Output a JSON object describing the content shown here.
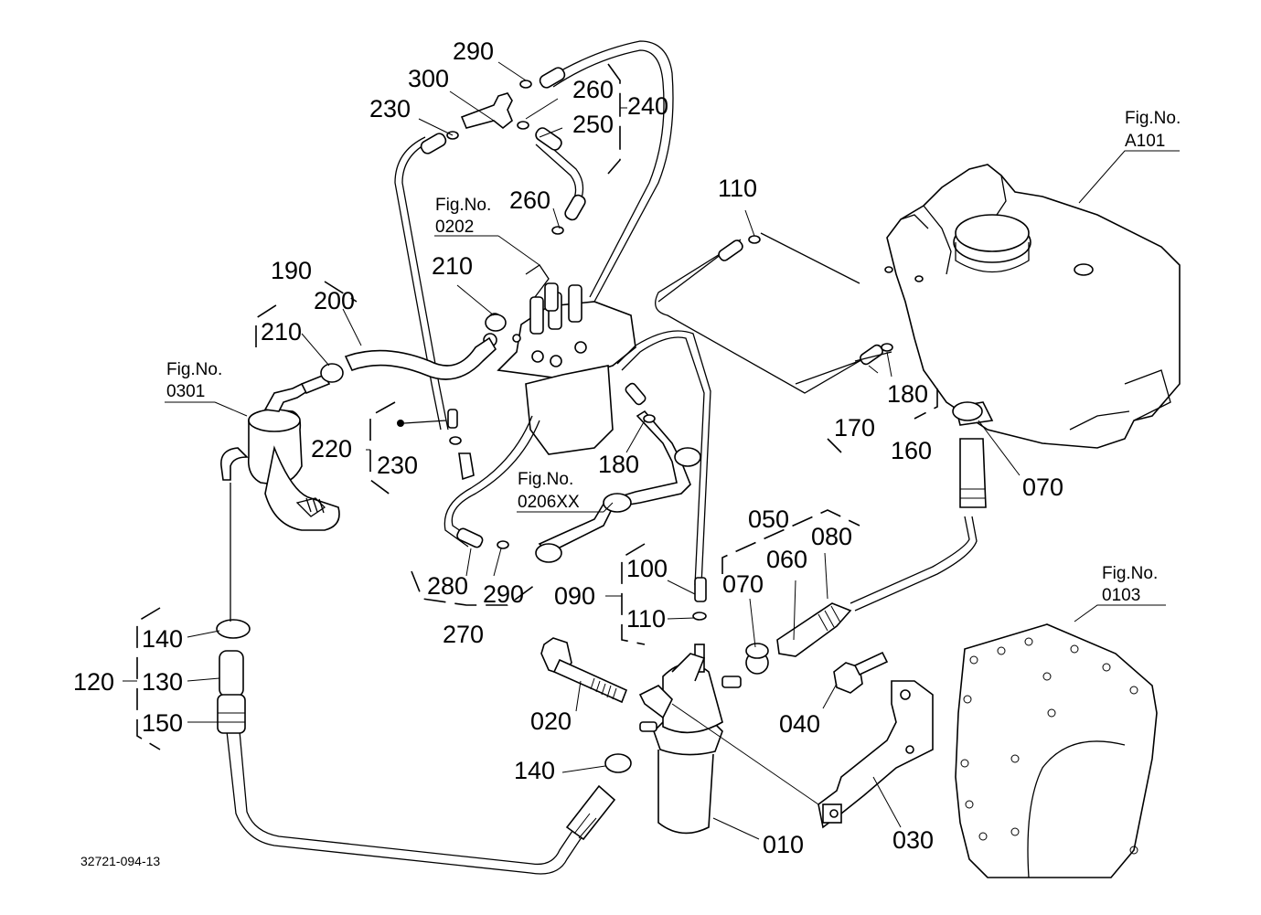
{
  "diagram": {
    "document_code": "32721-094-13",
    "figure_refs": [
      {
        "id": "fig-a101",
        "line1": "Fig.No.",
        "line2": "A101"
      },
      {
        "id": "fig-0202",
        "line1": "Fig.No.",
        "line2": "0202"
      },
      {
        "id": "fig-0301",
        "line1": "Fig.No.",
        "line2": "0301"
      },
      {
        "id": "fig-0206xx",
        "line1": "Fig.No.",
        "line2": "0206XX"
      },
      {
        "id": "fig-0103",
        "line1": "Fig.No.",
        "line2": "0103"
      }
    ],
    "part_labels": [
      "290",
      "300",
      "260",
      "240",
      "230",
      "250",
      "260",
      "210",
      "190",
      "200",
      "210",
      "110",
      "220",
      "230",
      "180",
      "170",
      "160",
      "070",
      "050",
      "060",
      "080",
      "180",
      "100",
      "090",
      "110",
      "070",
      "280",
      "290",
      "270",
      "140",
      "130",
      "120",
      "150",
      "020",
      "040",
      "140",
      "010",
      "030"
    ]
  }
}
